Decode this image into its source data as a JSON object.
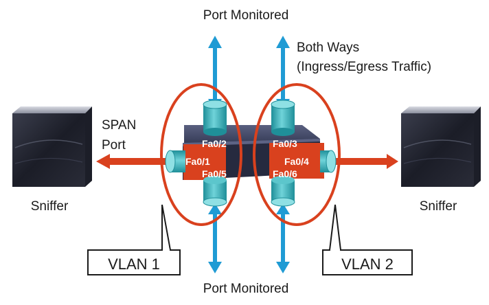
{
  "labels": {
    "port_monitored_top": "Port Monitored",
    "port_monitored_bottom": "Port Monitored",
    "both_ways_line1": "Both Ways",
    "both_ways_line2": "(Ingress/Egress Traffic)",
    "span_line1": "SPAN",
    "span_line2": "Port",
    "sniffer_left": "Sniffer",
    "sniffer_right": "Sniffer",
    "vlan1": "VLAN 1",
    "vlan2": "VLAN 2"
  },
  "ports": {
    "fa0_1": "Fa0/1",
    "fa0_2": "Fa0/2",
    "fa0_3": "Fa0/3",
    "fa0_4": "Fa0/4",
    "fa0_5": "Fa0/5",
    "fa0_6": "Fa0/6"
  },
  "colors": {
    "monitor_arrow": "#1f9bd4",
    "span_arrow": "#d9411e",
    "vlan_ellipse": "#d9411e",
    "connector": "#3fb8c0",
    "switch_top": "#3f4563",
    "switch_front": "#23263a"
  },
  "icons": [
    "sniffer-device-icon",
    "switch-icon",
    "port-connector-icon"
  ]
}
